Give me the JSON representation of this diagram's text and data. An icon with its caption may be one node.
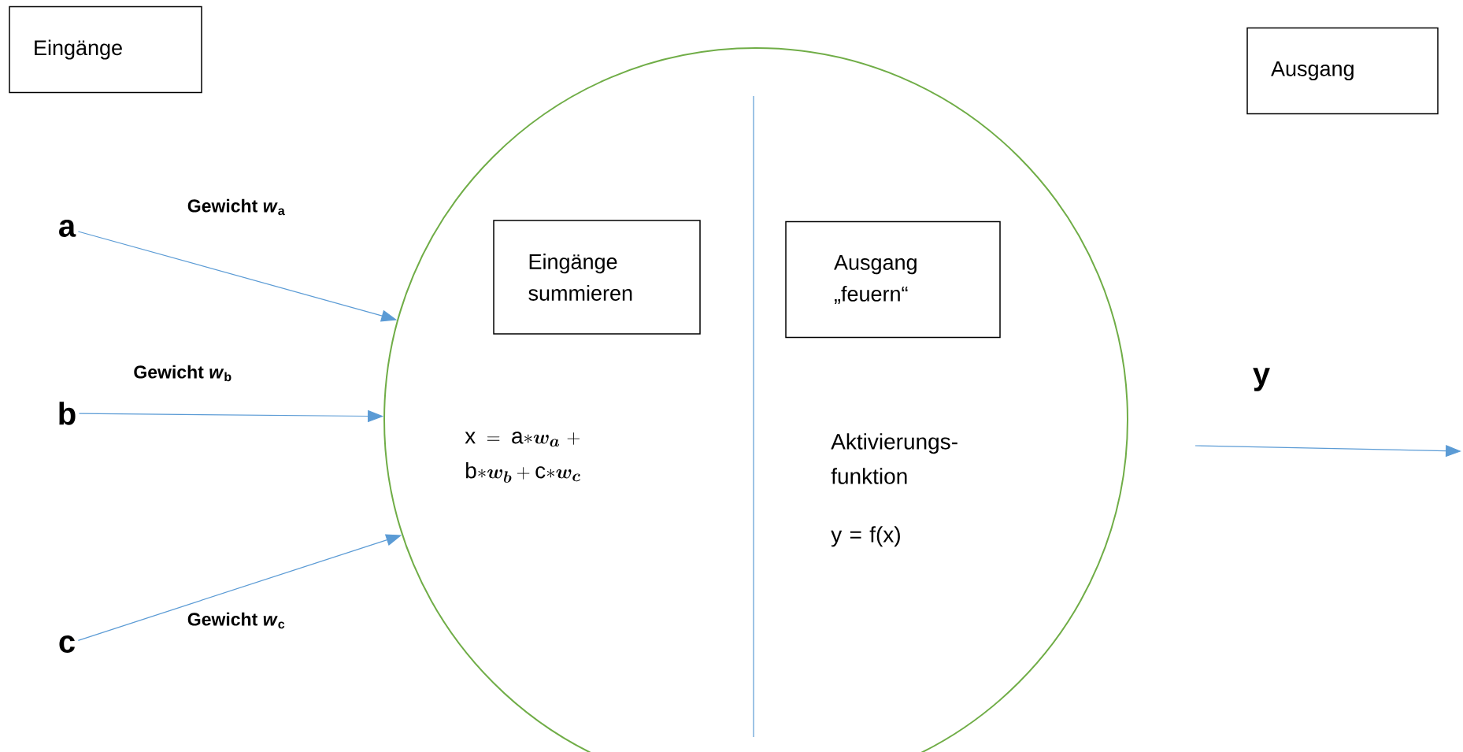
{
  "diagram": {
    "nodes": [
      {
        "text": [
          "Eingänge"
        ]
      },
      {
        "text": [
          "Ausgang"
        ]
      },
      {
        "text": [
          "a"
        ]
      },
      {
        "text": [
          "b"
        ]
      },
      {
        "text": [
          "c"
        ]
      },
      {
        "text": [],
        "shape": "circle"
      },
      {
        "text": [
          "Eingänge summieren"
        ],
        "in": 5
      },
      {
        "text": [
          "Ausgang „feuern“"
        ],
        "in": 5
      }
    ],
    "edges": [
      {
        "from": 2,
        "to": 5,
        "arrow": "to",
        "label": "Gewicht *w*$_{a}$"
      },
      {
        "from": 3,
        "to": 5,
        "arrow": "to",
        "label": "Gewicht *w*$_{b}$"
      },
      {
        "from": 4,
        "to": 5,
        "arrow": "to",
        "label": "Gewicht *w*$_{c}$"
      },
      {
        "from": 5,
        "to": null,
        "arrow": "to",
        "label": "y"
      }
    ],
    "labels": [
      "\\mathrm{x} = \\mathrm{a}{*}\\boldsymbol{w_a} + \\mathrm{b}{*}\\boldsymbol{w_b} + \\mathrm{c}{*}\\boldsymbol{w_c}",
      "Aktivierungs- funktion",
      "y = f(x)"
    ]
  }
}
